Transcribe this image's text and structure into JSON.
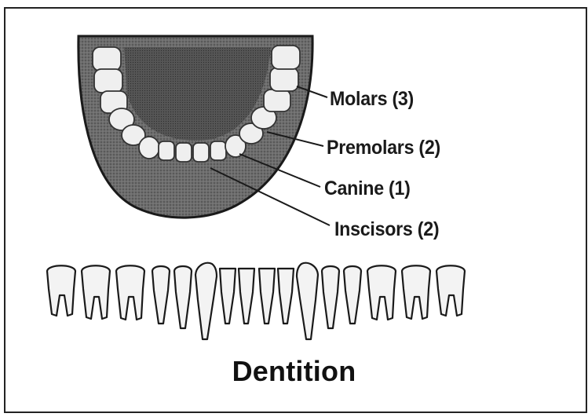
{
  "diagram": {
    "title": "Dentition",
    "labels": [
      {
        "id": "molars",
        "text": "Molars (3)"
      },
      {
        "id": "premolars",
        "text": "Premolars (2)"
      },
      {
        "id": "canine",
        "text": "Canine (1)"
      },
      {
        "id": "incisors",
        "text": "Inscisors (2)"
      }
    ],
    "colors": {
      "ink": "#1a1a1a",
      "jaw_fill": "#6e6e6e",
      "tooth_fill": "#f2f2f2",
      "background": "#ffffff"
    }
  }
}
